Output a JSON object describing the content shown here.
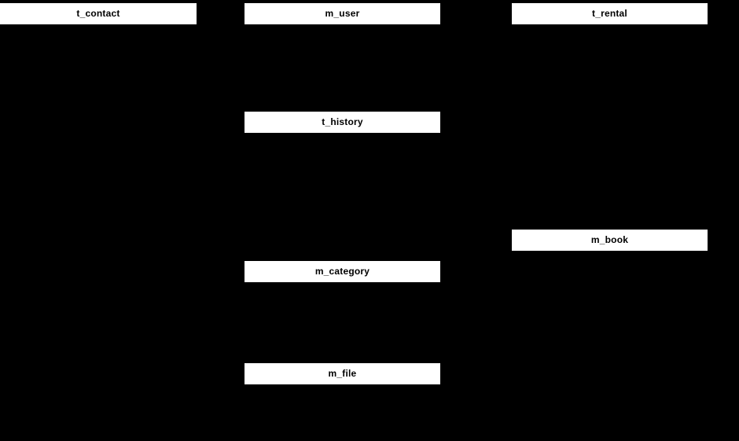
{
  "diagram": {
    "type": "entity-relationship-diagram",
    "background_color": "#000000",
    "entity_header_background": "#FFFFFF",
    "entity_header_text_color": "#000000",
    "entities": [
      {
        "label": "t_contact"
      },
      {
        "label": "m_user"
      },
      {
        "label": "t_rental"
      },
      {
        "label": "t_history"
      },
      {
        "label": "m_book"
      },
      {
        "label": "m_category"
      },
      {
        "label": "m_file"
      }
    ]
  }
}
